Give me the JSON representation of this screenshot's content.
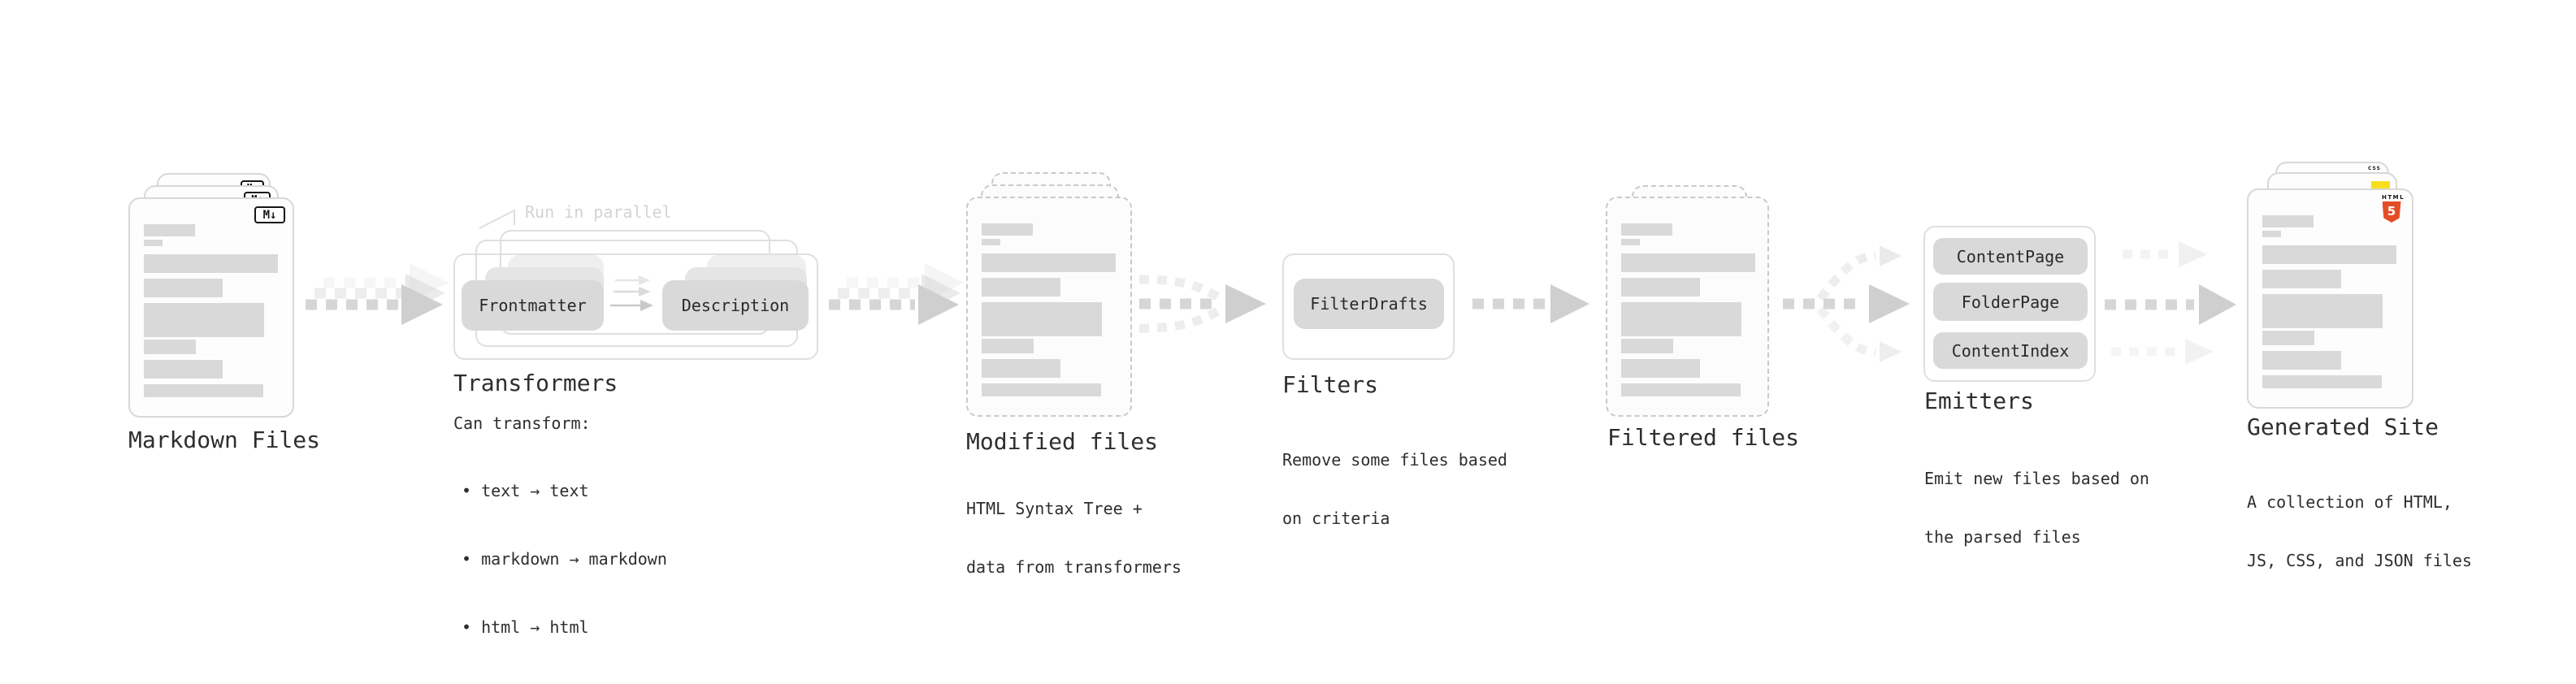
{
  "diagram": {
    "markdown_files": {
      "title": "Markdown Files",
      "badge": "M↓"
    },
    "transformers": {
      "title": "Transformers",
      "annotation": "Run in parallel",
      "nodes": [
        "Frontmatter",
        "Description"
      ],
      "desc_heading": "Can transform:",
      "bullets": [
        "• text → text",
        "• markdown → markdown",
        "• html → html"
      ]
    },
    "modified_files": {
      "title": "Modified files",
      "desc_lines": [
        "HTML Syntax Tree +",
        "data from transformers"
      ]
    },
    "filters": {
      "title": "Filters",
      "nodes": [
        "FilterDrafts"
      ],
      "desc_lines": [
        "Remove some files based",
        "on criteria"
      ]
    },
    "filtered_files": {
      "title": "Filtered files"
    },
    "emitters": {
      "title": "Emitters",
      "nodes": [
        "ContentPage",
        "FolderPage",
        "ContentIndex"
      ],
      "desc_lines": [
        "Emit new files based on",
        "the parsed files"
      ]
    },
    "generated_site": {
      "title": "Generated Site",
      "desc_lines": [
        "A collection of HTML,",
        "JS, CSS, and JSON files"
      ],
      "html5_icon_label": "HTML",
      "html5_icon_number": "5",
      "css_icon_label": "CSS"
    }
  },
  "colors": {
    "skeleton_bar": "#d9d9d9",
    "node_fill": "#d9d9d9",
    "arrow_dash": "#d6d6d6",
    "arrow_head": "#cfcfcf",
    "frame_border": "#dfdfdf",
    "dashed_border": "#c9c9c9",
    "text": "#2e2e2e",
    "muted_annotation": "#d3d3d3",
    "html5_orange": "#e44d26",
    "js_yellow": "#f7df1e",
    "css_blue": "#2b6bf3"
  }
}
